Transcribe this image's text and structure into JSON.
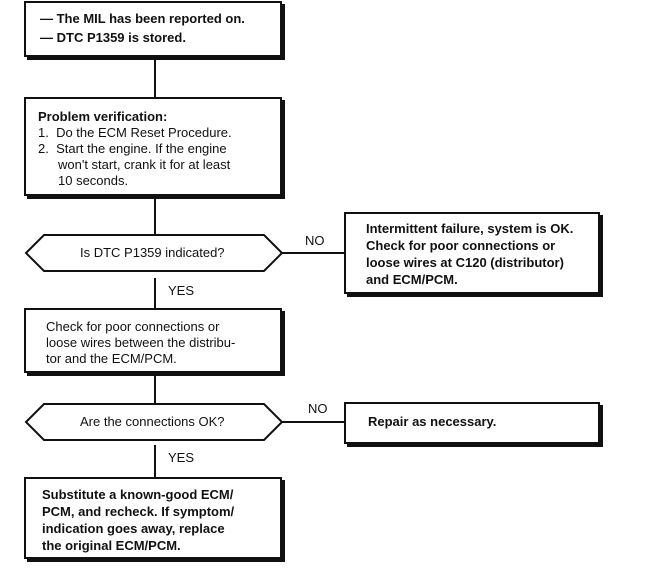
{
  "start": {
    "lines": [
      "— The MIL has been reported on.",
      "— DTC P1359 is stored."
    ]
  },
  "verification": {
    "heading": "Problem verification:",
    "steps": [
      "1.  Do the ECM Reset Procedure.",
      "2.  Start the engine. If the engine",
      "won't start, crank it for at least",
      "10 seconds."
    ]
  },
  "decision1": {
    "question": "Is DTC P1359 indicated?",
    "no_label": "NO",
    "yes_label": "YES"
  },
  "no_result1": {
    "lines": [
      "Intermittent failure, system is OK.",
      "Check for poor connections or",
      "loose wires at C120 (distributor)",
      "and ECM/PCM."
    ]
  },
  "check_connections": {
    "lines": [
      "Check for poor connections or",
      "loose wires between the distribu-",
      "tor and the ECM/PCM."
    ]
  },
  "decision2": {
    "question": "Are the connections OK?",
    "no_label": "NO",
    "yes_label": "YES"
  },
  "no_result2": {
    "text": "Repair as necessary."
  },
  "final": {
    "lines": [
      "Substitute a known-good ECM/",
      "PCM, and recheck. If symptom/",
      "indication goes away, replace",
      "the original ECM/PCM."
    ]
  }
}
